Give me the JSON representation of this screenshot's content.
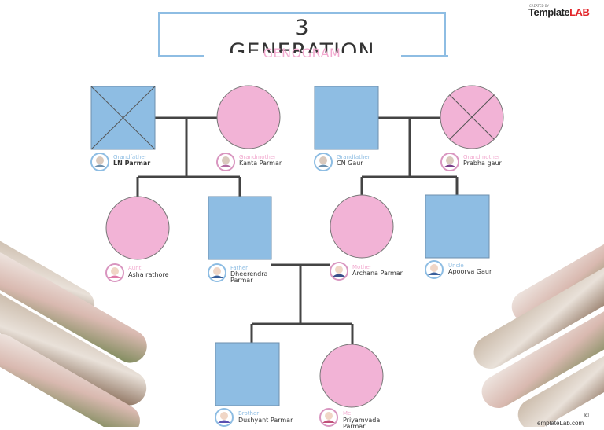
{
  "title": {
    "number": "3",
    "word": "GENERATION",
    "subtitle": "GENOGRAM"
  },
  "brand": {
    "tagline": "CREATED BY",
    "name": "Template",
    "name_accent": "LAB"
  },
  "footer": {
    "copyright": "©",
    "site": "TemplateLab.com"
  },
  "colors": {
    "male": "#8ebde3",
    "female": "#f2b3d6",
    "line": "#444444",
    "frame": "#8ebde3",
    "accent": "#f2a9cf"
  },
  "people": {
    "gf_parmar": {
      "role": "Grandfather",
      "name": "LN Parmar",
      "gender": "male",
      "deceased": true
    },
    "gm_parmar": {
      "role": "Grandmother",
      "name": "Kanta Parmar",
      "gender": "female",
      "deceased": false
    },
    "gf_gaur": {
      "role": "Grandfather",
      "name": "CN Gaur",
      "gender": "male",
      "deceased": false
    },
    "gm_gaur": {
      "role": "Grandmother",
      "name": "Prabha gaur",
      "gender": "female",
      "deceased": true
    },
    "aunt": {
      "role": "Aunt",
      "name": "Asha rathore",
      "gender": "female"
    },
    "father": {
      "role": "Father",
      "name_line1": "Dheerendra",
      "name_line2": "Parmar",
      "gender": "male"
    },
    "mother": {
      "role": "Mother",
      "name": "Archana Parmar",
      "gender": "female"
    },
    "uncle": {
      "role": "Uncle",
      "name": "Apoorva Gaur",
      "gender": "male"
    },
    "brother": {
      "role": "Brother",
      "name": "Dushyant Parmar",
      "gender": "male"
    },
    "me": {
      "role": "Me",
      "name_line1": "Priyamvada",
      "name_line2": "Parmar",
      "gender": "female"
    }
  }
}
